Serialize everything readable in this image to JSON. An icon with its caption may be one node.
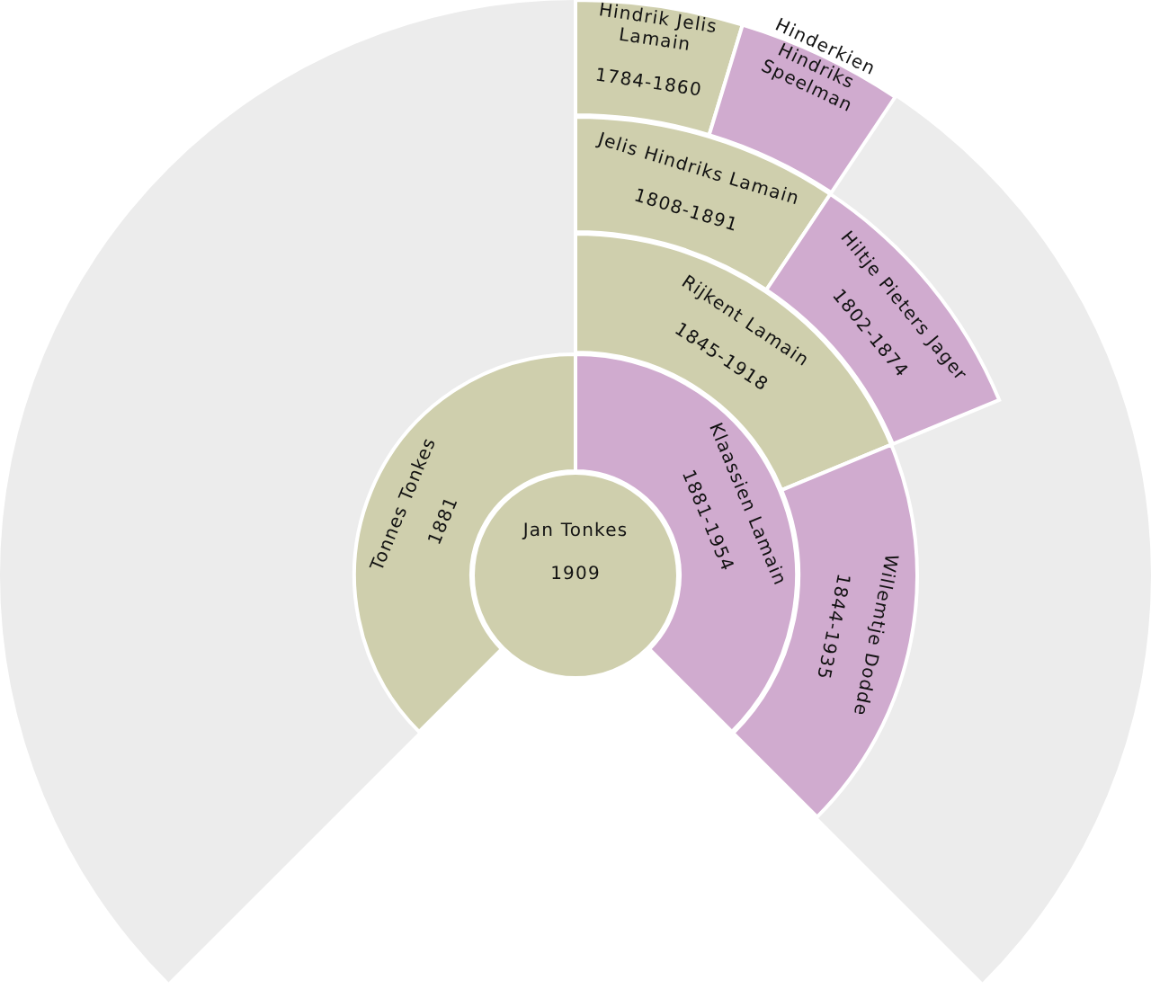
{
  "diagram": {
    "nodes": [
      {
        "text": [
          "Jan Tonkes",
          "1909"
        ]
      },
      {
        "text": [
          "Tonnes Tonkes",
          "1881"
        ]
      },
      {
        "text": [
          "Klaassien Lamain",
          "1881-1954"
        ]
      },
      {
        "text": [
          "Rijkent Lamain",
          "1845-1918"
        ]
      },
      {
        "text": [
          "Willemtje Dodde",
          "1844-1935"
        ]
      },
      {
        "text": [
          "Jelis Hindriks Lamain",
          "1808-1891"
        ]
      },
      {
        "text": [
          "Hiltje Pieters Jager",
          "1802-1874"
        ]
      },
      {
        "text": [
          "Hindrik Jelis Lamain",
          "1784-1860"
        ]
      },
      {
        "text": [
          "Hinderkien Hindriks Speelman"
        ]
      }
    ]
  }
}
